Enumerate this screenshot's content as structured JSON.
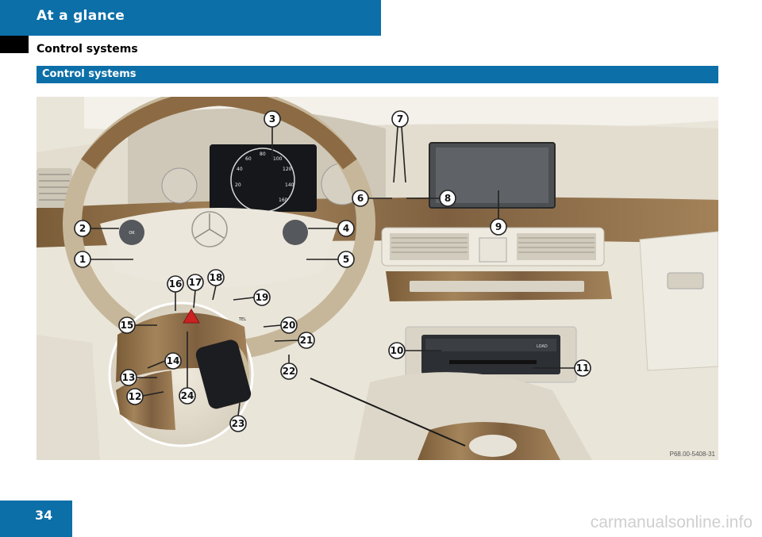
{
  "header": {
    "title": "At a glance"
  },
  "section": {
    "title": "Control systems",
    "bar_label": "Control systems"
  },
  "figure": {
    "code": "P68.00-5408-31",
    "callouts": [
      "1",
      "2",
      "3",
      "4",
      "5",
      "6",
      "7",
      "8",
      "9",
      "10",
      "11",
      "12",
      "13",
      "14",
      "15",
      "16",
      "17",
      "18",
      "19",
      "20",
      "21",
      "22",
      "23",
      "24"
    ],
    "display_labels": {
      "speedo_20": "20",
      "speedo_40": "40",
      "speedo_60": "60",
      "speedo_80": "80",
      "speedo_100": "100",
      "speedo_120": "120",
      "speedo_140": "140",
      "speedo_160": "160",
      "btn_ok": "OK",
      "btn_tel": "TEL",
      "btn_load": "LOAD"
    }
  },
  "page": {
    "number": "34"
  },
  "watermark": "carmanualsonline.info",
  "colors": {
    "brand_blue": "#0c6fa8",
    "wood": "#8a6a42",
    "interior": "#e6e1d3"
  }
}
